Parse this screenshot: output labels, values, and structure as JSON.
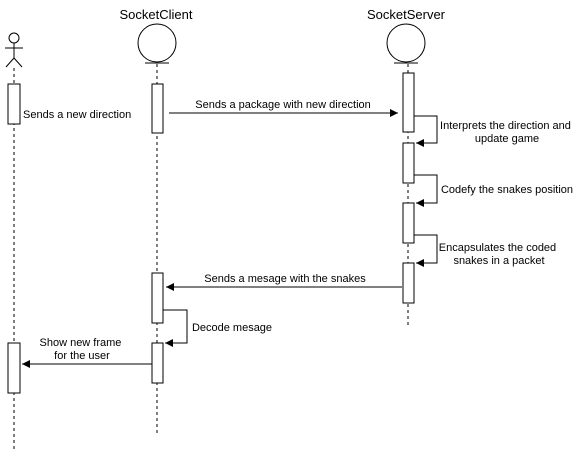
{
  "participants": [
    {
      "id": "user",
      "label": ""
    },
    {
      "id": "client",
      "label": "SocketClient"
    },
    {
      "id": "server",
      "label": "SocketServer"
    }
  ],
  "messages": {
    "m1": [
      "Sends a new direction"
    ],
    "m2": [
      "Sends a package with new direction"
    ],
    "m3": [
      "Interprets the direction and",
      "update game"
    ],
    "m4": [
      "Codefy the snakes position"
    ],
    "m5": [
      "Encapsulates the coded",
      "snakes in a packet"
    ],
    "m6": [
      "Sends a mesage with the snakes"
    ],
    "m7": [
      "Decode mesage"
    ],
    "m8": [
      "Show new frame",
      "for the user"
    ]
  },
  "colors": {
    "stroke": "#000000",
    "background": "#ffffff"
  }
}
